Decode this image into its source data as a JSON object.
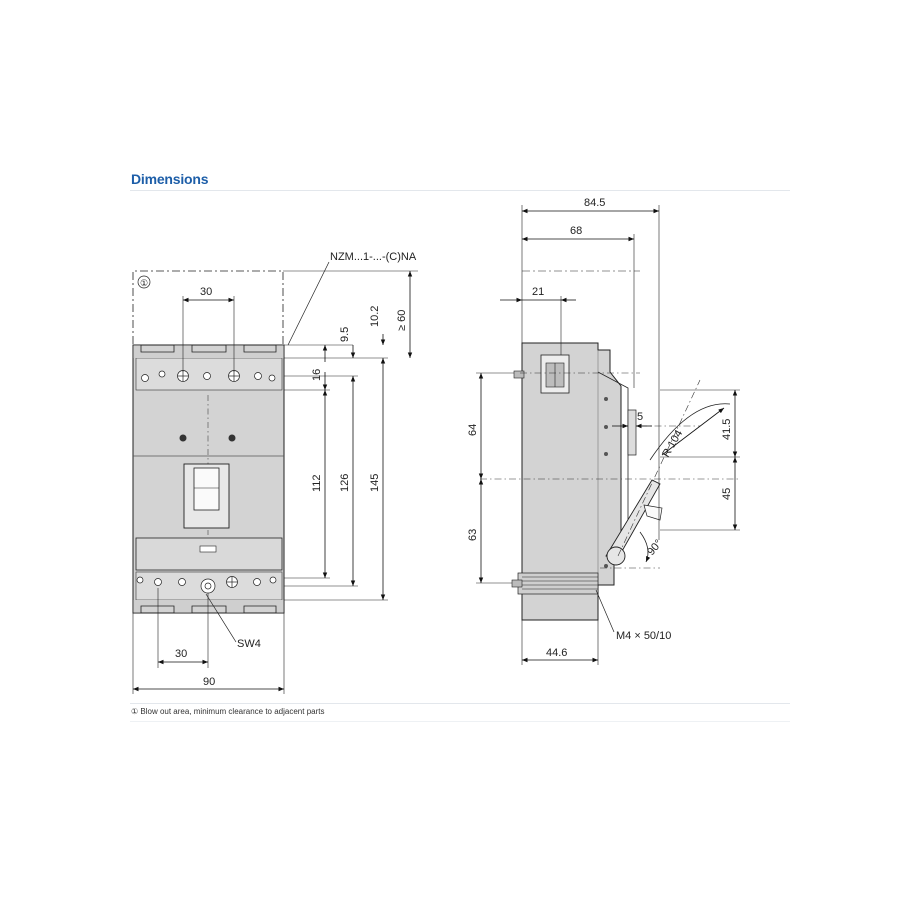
{
  "header": {
    "title": "Dimensions"
  },
  "footnote": {
    "text": "① Blow out area, minimum clearance to adjacent parts"
  },
  "front_view": {
    "marker": "①",
    "callout": "NZM...1-...-(C)NA",
    "dims": {
      "top_pitch": "30",
      "bottom_pitch": "30",
      "width": "90",
      "h_16": "16",
      "h_112": "112",
      "h_126": "126",
      "h_145": "145",
      "h_9_5": "9.5",
      "h_10_2": "10.2",
      "h_60": "≥ 60"
    },
    "sw_label": "SW4"
  },
  "side_view": {
    "dims": {
      "d_84_5": "84.5",
      "d_68": "68",
      "d_21": "21",
      "d_64": "64",
      "d_63": "63",
      "d_41_5": "41.5",
      "d_45": "45",
      "d_5": "5",
      "d_44_6": "44.6",
      "radius": "R 104",
      "angle": "90°"
    },
    "screw_label": "M4 × 50/10"
  },
  "colors": {
    "title": "#1d5ea8",
    "body_fill": "#d3d3d3",
    "line": "#1a1a1a"
  }
}
